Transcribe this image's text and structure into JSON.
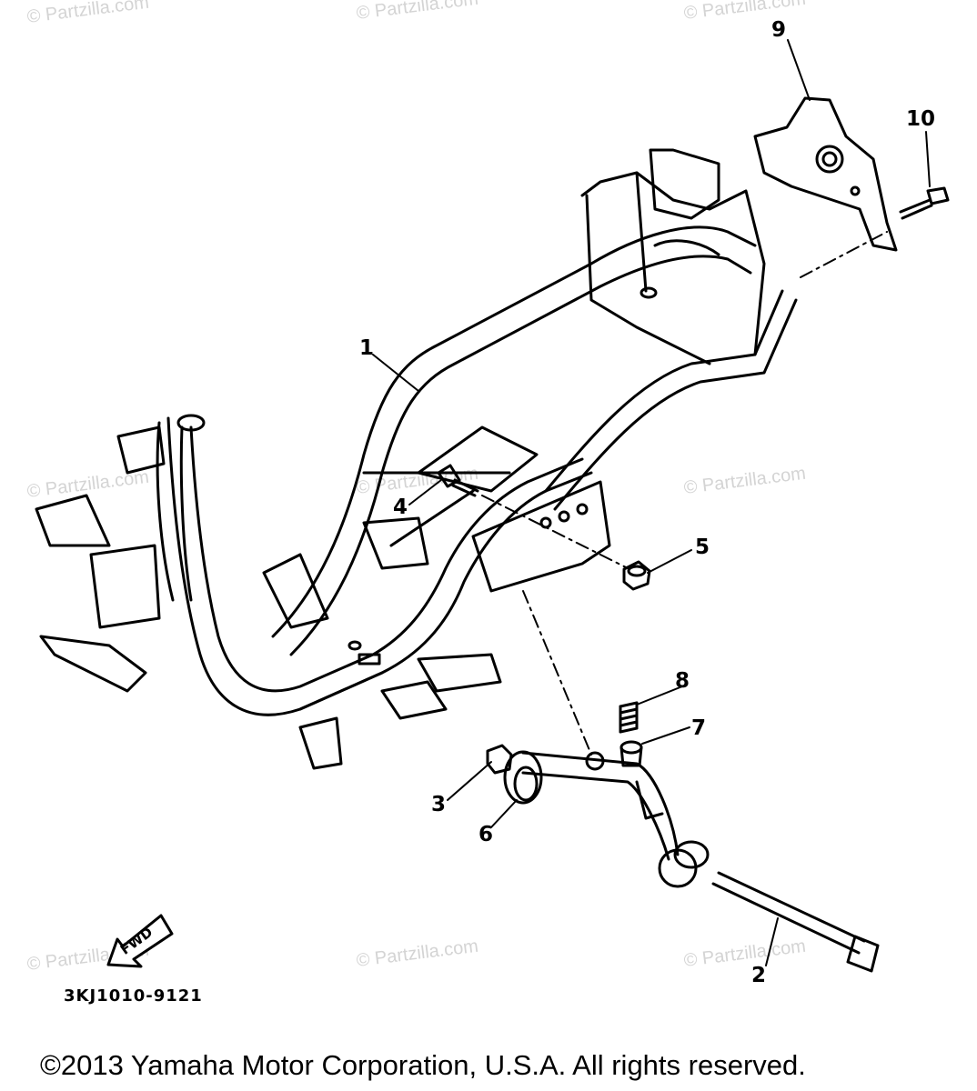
{
  "watermark": "© Partzilla.com",
  "callouts": {
    "c1": "1",
    "c2": "2",
    "c3": "3",
    "c4": "4",
    "c5": "5",
    "c6": "6",
    "c7": "7",
    "c8": "8",
    "c9": "9",
    "c10": "10"
  },
  "direction_label": "FWD",
  "part_code": "3KJ1010-9121",
  "copyright": "©2013 Yamaha Motor Corporation, U.S.A. All rights reserved."
}
